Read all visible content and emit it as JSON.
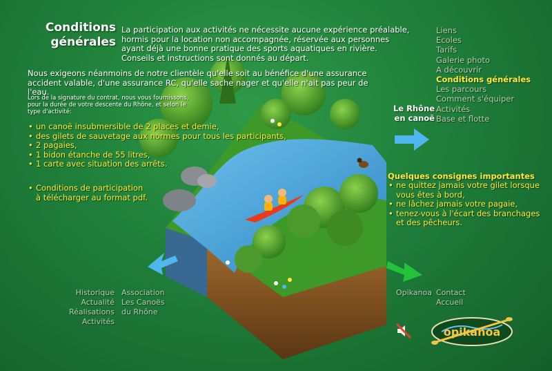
{
  "title": {
    "line1": "Conditions",
    "line2": "générales"
  },
  "intro": {
    "p1": "La participation aux activités ne nécessite aucune expérience préalable, hormis pour la location non accompagnée, réservée aux personnes ayant déjà une bonne pratique des sports aquatiques en rivière.",
    "p2": "Conseils et instructions sont donnés au départ.",
    "p3": "Nous exigeons néanmoins de notre clientèle qu'elle soit au bénéfice d'une assurance accident valable, d'une assurance RC, qu'elle sache nager et qu'elle n'ait pas peur de l'eau.",
    "small": "Lors de la signature du contrat, nous vous fournissons, pour la durée de votre descente du Rhône, et selon le type d'activité:"
  },
  "equipment": [
    "un canoë insubmersible de 2 places et demie,",
    "des gilets de sauvetage aux normes pour tous les participants,",
    "2 pagaies,",
    "1 bidon étanche de 55 litres,",
    "1 carte avec situation des arrêts."
  ],
  "pdf_link": {
    "line1": "Conditions de participation",
    "line2": "à télécharger au format pdf."
  },
  "nav": [
    "Liens",
    "Ecoles",
    "Tarifs",
    "Galerie photo",
    "A découvrir",
    "Conditions générales",
    "Les parcours",
    "Comment s'équiper",
    "Activités",
    "Base et flotte"
  ],
  "nav_active": "Conditions générales",
  "rhone_label": {
    "line1": "Le Rhône",
    "line2": "en canoë"
  },
  "consignes": {
    "title": "Quelques consignes importantes",
    "items": [
      "ne quittez jamais votre gilet lorsque vous êtes à bord,",
      "ne lâchez jamais votre pagaie,",
      "tenez-vous à l'écart des branchages et des pêcheurs."
    ]
  },
  "footer_left": [
    "Historique",
    "Actualité",
    "Réalisations",
    "Activités"
  ],
  "footer_left2": [
    "Association",
    "Les Canoës",
    "du Rhône"
  ],
  "footer_right": [
    "Opikanoa"
  ],
  "footer_right2": [
    "Contact",
    "Accueil"
  ],
  "logo_text": "opikanoa",
  "colors": {
    "background": "#1f7f3a",
    "accent_yellow": "#ffe93a",
    "nav_gray": "#b9c9b3",
    "water": "#4aa6d8",
    "arrow_blue": "#4fb6f0",
    "arrow_green": "#22c23a"
  },
  "icons": [
    "arrow-right-icon",
    "arrow-left-icon",
    "arrow-down-right-icon",
    "speaker-mute-icon"
  ]
}
